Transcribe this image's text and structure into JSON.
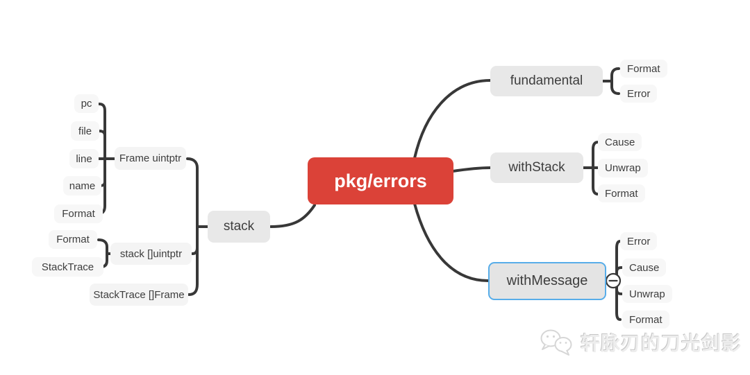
{
  "mindmap": {
    "root": {
      "label": "pkg/errors",
      "bg_color": "#db4238",
      "text_color": "#ffffff"
    },
    "style": {
      "line_color": "#383838",
      "branch_bg": "#e8e8e8",
      "leaf_bg": "#f7f7f7",
      "text_color": "#3d3d3d",
      "selection_color": "#57ade9"
    },
    "right_branches": [
      {
        "label": "fundamental",
        "selected": false,
        "children": [
          "Format",
          "Error"
        ]
      },
      {
        "label": "withStack",
        "selected": false,
        "children": [
          "Cause",
          "Unwrap",
          "Format"
        ]
      },
      {
        "label": "withMessage",
        "selected": true,
        "collapse_control": "minus",
        "children": [
          "Error",
          "Cause",
          "Unwrap",
          "Format"
        ]
      }
    ],
    "left_branches": [
      {
        "label": "stack",
        "children": [
          {
            "label": "Frame uintptr",
            "children": [
              "pc",
              "file",
              "line",
              "name",
              "Format"
            ]
          },
          {
            "label": "stack []uintptr",
            "children": [
              "Format",
              "StackTrace"
            ]
          },
          {
            "label": "StackTrace []Frame",
            "children": []
          }
        ]
      }
    ]
  },
  "watermark": {
    "text": "轩脉刃的刀光剑影",
    "icon": "wechat-icon"
  }
}
